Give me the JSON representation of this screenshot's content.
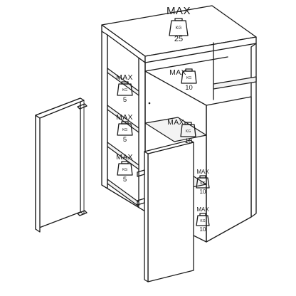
{
  "labels": {
    "max": "MAX",
    "kg": "KG"
  },
  "loads": {
    "top": "25",
    "upper_middle": "10",
    "middle_shelf": "10",
    "left_upper": "5",
    "left_middle": "5",
    "left_lower": "5",
    "right_upper": "10",
    "right_lower": "10"
  },
  "colors": {
    "line": "#1a1a1a",
    "background": "#ffffff"
  }
}
